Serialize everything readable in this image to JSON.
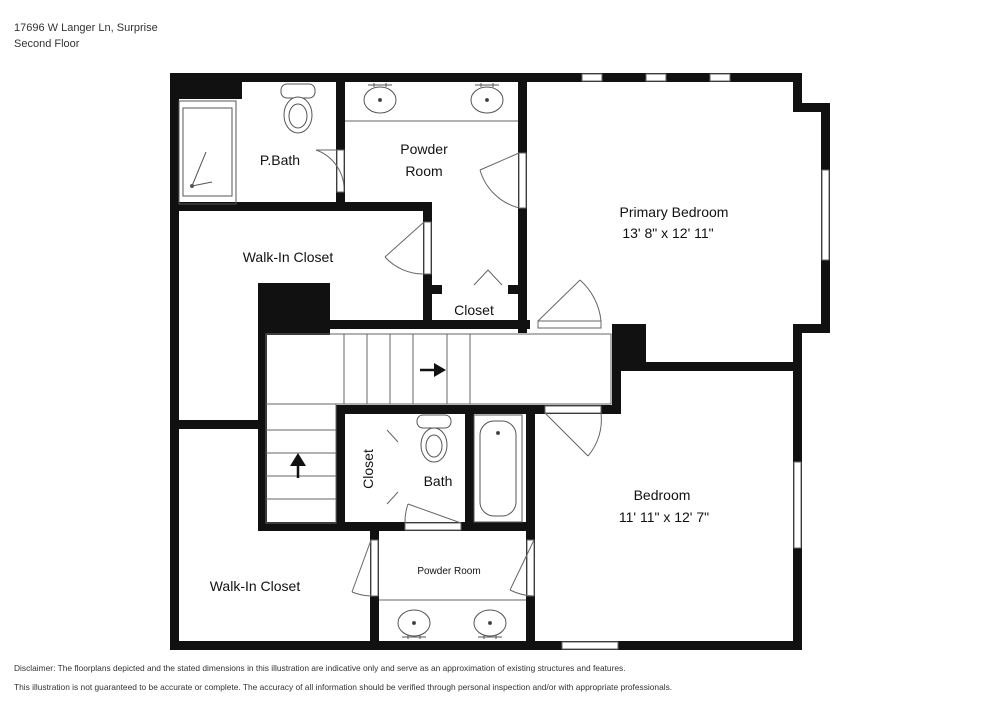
{
  "header": {
    "address": "17696 W Langer Ln, Surprise",
    "floor": "Second Floor"
  },
  "rooms": {
    "pbath": {
      "name": "P.Bath"
    },
    "powder_top": {
      "name_line1": "Powder",
      "name_line2": "Room"
    },
    "primary_bedroom": {
      "name": "Primary Bedroom",
      "dims": "13' 8\" x 12' 11\""
    },
    "walkin_top": {
      "name": "Walk-In Closet"
    },
    "closet_mid": {
      "name": "Closet"
    },
    "closet_bath": {
      "name": "Closet"
    },
    "bath": {
      "name": "Bath"
    },
    "bedroom": {
      "name": "Bedroom",
      "dims": "11' 11\" x 12' 7\""
    },
    "powder_bottom": {
      "name": "Powder Room"
    },
    "walkin_bottom": {
      "name": "Walk-In Closet"
    }
  },
  "disclaimer": {
    "line1": "Disclaimer: The floorplans depicted and the stated dimensions in this illustration are indicative only and serve as an approximation of existing structures and features.",
    "line2": "This illustration is not guaranteed to be accurate or complete. The accuracy of all information should be verified through personal inspection and/or with appropriate professionals."
  },
  "colors": {
    "wall": "#111111",
    "line": "#666666",
    "background": "#ffffff"
  }
}
